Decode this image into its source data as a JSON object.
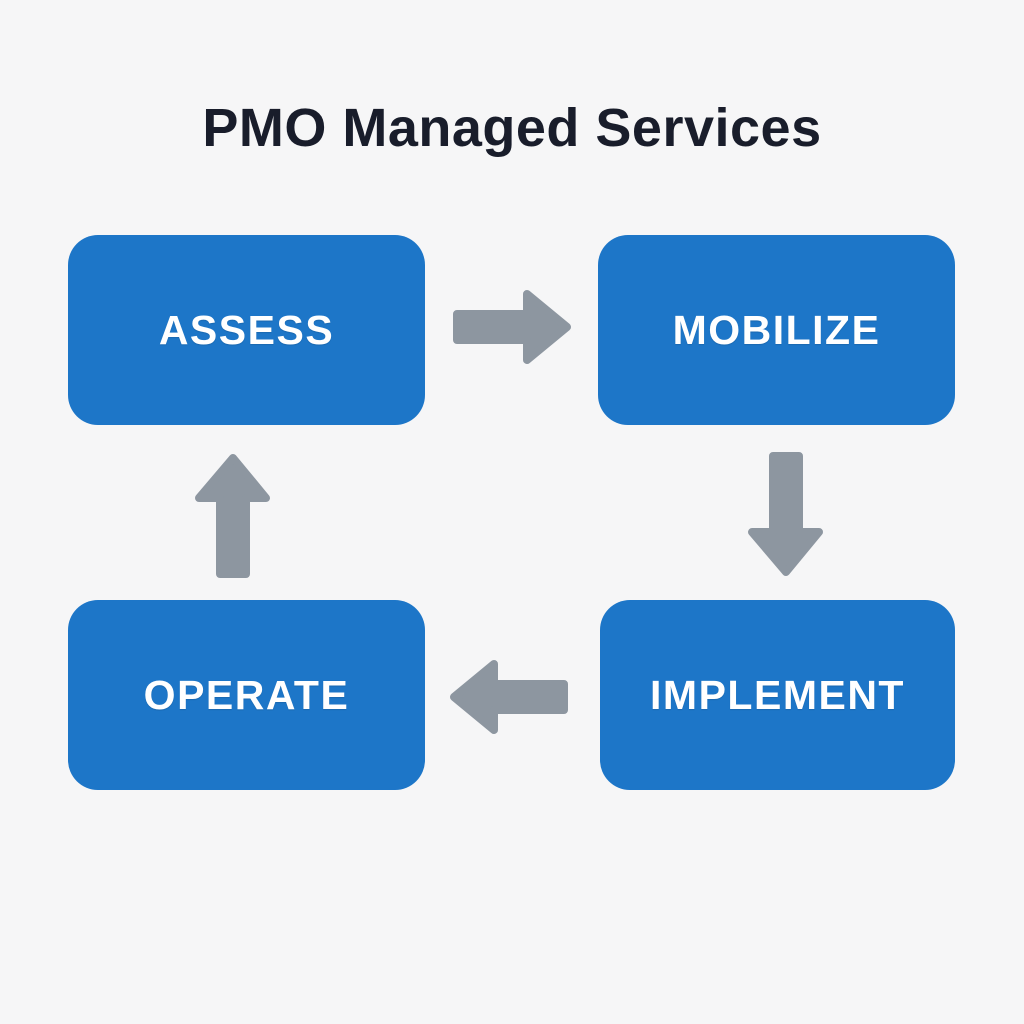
{
  "title": "PMO Managed Services",
  "colors": {
    "background": "#f6f6f7",
    "box_fill": "#1d76c8",
    "box_text": "#ffffff",
    "arrow_fill": "#8d96a0",
    "title_color": "#191d2b"
  },
  "boxes": [
    {
      "id": "assess",
      "label": "ASSESS",
      "position": "top-left"
    },
    {
      "id": "mobilize",
      "label": "MOBILIZE",
      "position": "top-right"
    },
    {
      "id": "implement",
      "label": "IMPLEMENT",
      "position": "bottom-right"
    },
    {
      "id": "operate",
      "label": "OPERATE",
      "position": "bottom-left"
    }
  ],
  "arrows": [
    {
      "name": "arrow-assess-to-mobilize",
      "direction": "right"
    },
    {
      "name": "arrow-mobilize-to-implement",
      "direction": "down"
    },
    {
      "name": "arrow-implement-to-operate",
      "direction": "left"
    },
    {
      "name": "arrow-operate-to-assess",
      "direction": "up"
    }
  ]
}
